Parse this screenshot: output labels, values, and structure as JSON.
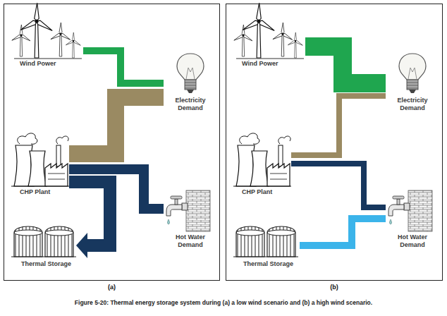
{
  "diagram": {
    "caption": "Figure 5-20: Thermal energy storage system during (a) a low wind scenario and (b) a high wind scenario.",
    "nodes": [
      {
        "text": [
          "(a)"
        ]
      },
      {
        "text": [
          "Wind Power"
        ],
        "in": 0
      },
      {
        "text": [
          "Electricity Demand"
        ],
        "in": 0
      },
      {
        "text": [
          "CHP Plant"
        ],
        "in": 0
      },
      {
        "text": [
          "Hot Water Demand"
        ],
        "in": 0
      },
      {
        "text": [
          "Thermal Storage"
        ],
        "in": 0
      },
      {
        "text": [
          "(b)"
        ]
      },
      {
        "text": [
          "Wind Power"
        ],
        "in": 6
      },
      {
        "text": [
          "Electricity Demand"
        ],
        "in": 6
      },
      {
        "text": [
          "CHP Plant"
        ],
        "in": 6
      },
      {
        "text": [
          "Hot Water Demand"
        ],
        "in": 6
      },
      {
        "text": [
          "Thermal Storage"
        ],
        "in": 6
      }
    ],
    "edges": [
      {
        "from": 1,
        "to": 2,
        "arrow": "none"
      },
      {
        "from": 3,
        "to": 2,
        "arrow": "none"
      },
      {
        "from": 3,
        "to": 4,
        "arrow": "none"
      },
      {
        "from": 3,
        "to": 5,
        "arrow": "to"
      },
      {
        "from": 7,
        "to": 8,
        "arrow": "none"
      },
      {
        "from": 9,
        "to": 8,
        "arrow": "none"
      },
      {
        "from": 9,
        "to": 10,
        "arrow": "none"
      },
      {
        "from": 11,
        "to": 10,
        "arrow": "none"
      }
    ]
  }
}
